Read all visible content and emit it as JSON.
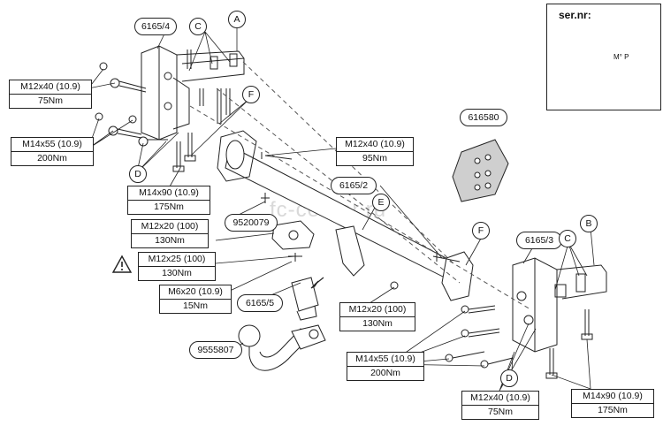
{
  "watermark": "fc-center.ru",
  "part_codes": {
    "p1": "6165/4",
    "p2": "6165/2",
    "p3": "6165/3",
    "p4": "9520079",
    "p5": "6165/5",
    "p6": "9555807",
    "p7": "616580"
  },
  "letters": {
    "a": "A",
    "b": "B",
    "c1": "C",
    "c2": "C",
    "d1": "D",
    "d2": "D",
    "e": "E",
    "f1": "F",
    "f2": "F"
  },
  "specs": {
    "s1": {
      "bolt": "M12x40 (10.9)",
      "torque": "75Nm"
    },
    "s2": {
      "bolt": "M14x55 (10.9)",
      "torque": "200Nm"
    },
    "s3": {
      "bolt": "M14x90 (10.9)",
      "torque": "175Nm"
    },
    "s4": {
      "bolt": "M12x20 (100)",
      "torque": "130Nm"
    },
    "s5": {
      "bolt": "M12x25 (100)",
      "torque": "130Nm"
    },
    "s6": {
      "bolt": "M6x20 (10.9)",
      "torque": "15Nm"
    },
    "s7": {
      "bolt": "M12x40 (10.9)",
      "torque": "95Nm"
    },
    "s8": {
      "bolt": "M12x20 (100)",
      "torque": "130Nm"
    },
    "s9": {
      "bolt": "M14x55 (10.9)",
      "torque": "200Nm"
    },
    "s10": {
      "bolt": "M12x40 (10.9)",
      "torque": "75Nm"
    },
    "s11": {
      "bolt": "M14x90 (10.9)",
      "torque": "175Nm"
    }
  },
  "serial_panel": {
    "title": "ser.nr:",
    "plate_text": "M° P"
  },
  "colors": {
    "line": "#222222",
    "fill": "#ffffff",
    "shade": "#d8d8d8",
    "watermark": "#d9d9d9"
  }
}
